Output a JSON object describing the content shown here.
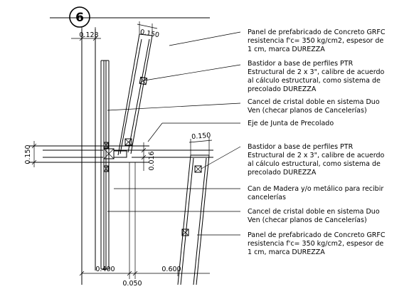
{
  "detail": {
    "number": "6"
  },
  "dimensions": {
    "top_width": "0.128",
    "panel_top_thickness": "0.150",
    "panel_right_thickness": "0.150",
    "left_vertical": "0.150",
    "gap_vertical": "0.016",
    "bottom_left": "0.400",
    "bottom_right": "0.600",
    "bottom_gap": "0.050"
  },
  "notes": [
    [
      "Panel de prefabricado de Concreto GRFC",
      "resistencia f'c= 350 kg/cm2, espesor de",
      "1 cm, marca DUREZZA"
    ],
    [
      "Bastidor a base de perfiles PTR",
      "Estructural de 2 x 3\", calibre de acuerdo",
      "al cálculo estructural, como sistema de",
      "precolado DUREZZA"
    ],
    [
      "Cancel de cristal doble en sistema Duo",
      "Ven (checar planos de Cancelerías)"
    ],
    [
      "Eje de Junta de Precolado"
    ],
    [
      "Bastidor a base de perfiles PTR",
      "Estructural de 2 x 3\", calibre de acuerdo",
      "al cálculo estructural, como sistema de",
      "precolado DUREZZA"
    ],
    [
      "Can de Madera y/o metálico para recibir",
      "cancelerías"
    ],
    [
      "Cancel de cristal doble en sistema Duo",
      "Ven (checar planos de Cancelerías)"
    ],
    [
      "Panel de prefabricado de Concreto GRFC",
      "resistencia f'c= 350 kg/cm2, espesor de",
      "1 cm, marca DUREZZA"
    ]
  ]
}
